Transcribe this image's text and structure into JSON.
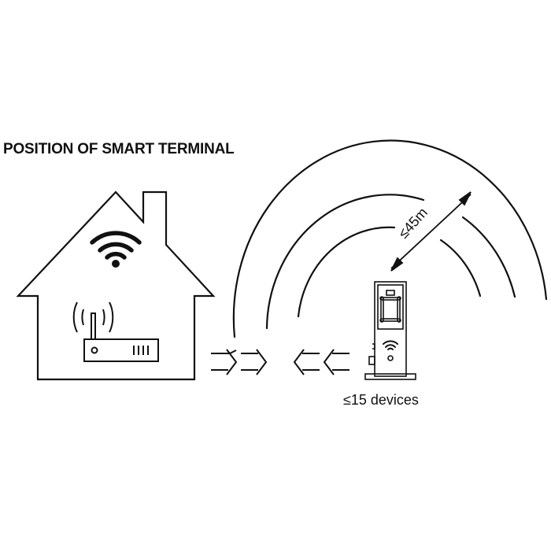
{
  "diagram": {
    "title": "POSITION OF SMART TERMINAL",
    "range_label": "≤45m",
    "devices_label": "≤15 devices",
    "nodes": [
      {
        "id": "house",
        "label": "House with Wi-Fi router",
        "icons": [
          "house-icon",
          "wifi-icon",
          "router-icon"
        ]
      },
      {
        "id": "terminal",
        "label": "Smart terminal",
        "icons": [
          "smart-terminal-icon",
          "wifi-icon"
        ]
      }
    ],
    "connections": [
      {
        "from": "house",
        "to": "terminal",
        "type": "double-arrow-right"
      },
      {
        "from": "terminal",
        "to": "house",
        "type": "double-arrow-left"
      }
    ],
    "colors": {
      "stroke": "#111111",
      "background": "#ffffff"
    }
  }
}
